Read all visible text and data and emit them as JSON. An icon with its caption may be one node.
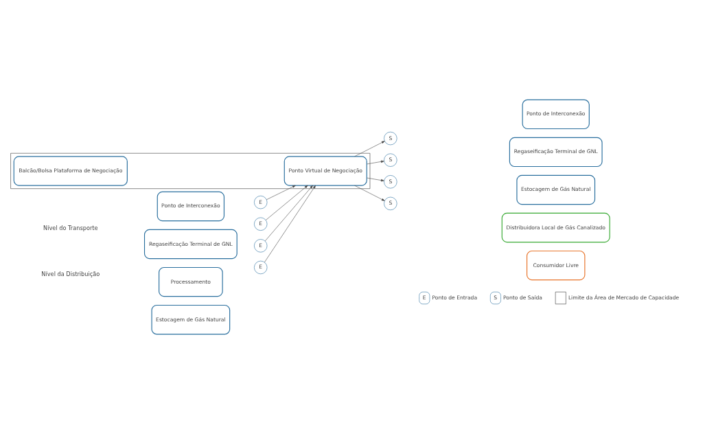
{
  "diagram": {
    "nodes": [
      {
        "text": [
          "Ponto de Interconexão"
        ]
      },
      {
        "text": [
          "Regaseificação Terminal de GNL"
        ]
      },
      {
        "text": [
          "Processamento"
        ]
      },
      {
        "text": [
          "Estocagem de Gás Natural"
        ]
      },
      {
        "text": [],
        "shape": "box"
      },
      {
        "text": [
          "E"
        ]
      },
      {
        "text": [
          "E"
        ]
      },
      {
        "text": [
          "E"
        ]
      },
      {
        "text": [
          "E"
        ]
      },
      {
        "text": [
          "Balcão/Bolsa Plataforma de Negociação"
        ],
        "in": 4
      },
      {
        "text": [
          "Ponto Virtual de Negociação"
        ],
        "in": 4
      },
      {
        "text": [
          "S"
        ]
      },
      {
        "text": [
          "S"
        ]
      },
      {
        "text": [
          "S"
        ]
      },
      {
        "text": [
          "S"
        ]
      },
      {
        "text": [
          "Ponto de Interconexão"
        ]
      },
      {
        "text": [
          "Regaseificação Terminal de GNL"
        ]
      },
      {
        "text": [
          "Estocagem de Gás Natural"
        ]
      },
      {
        "text": [
          "Distribuidora Local de Gás Canalizado"
        ]
      },
      {
        "text": [
          "Consumidor Livre"
        ]
      }
    ],
    "edges": [
      {
        "from": 5,
        "to": 10,
        "arrow": "to"
      },
      {
        "from": 6,
        "to": 10,
        "arrow": "to"
      },
      {
        "from": 7,
        "to": 10,
        "arrow": "to"
      },
      {
        "from": 8,
        "to": 10,
        "arrow": "to"
      },
      {
        "from": 10,
        "to": 11,
        "arrow": "to"
      },
      {
        "from": 10,
        "to": 12,
        "arrow": "to"
      },
      {
        "from": 10,
        "to": 13,
        "arrow": "to"
      },
      {
        "from": 10,
        "to": 14,
        "arrow": "to"
      }
    ],
    "labels": [
      "Nível do Transporte",
      "Nível da Distribuição",
      "E",
      "S"
    ],
    "legend": [
      {
        "text": "Ponto de Entrada"
      },
      {
        "text": "Ponto de Saída"
      },
      {
        "text": "Limite da Área de Mercado de Capacidade"
      }
    ]
  }
}
